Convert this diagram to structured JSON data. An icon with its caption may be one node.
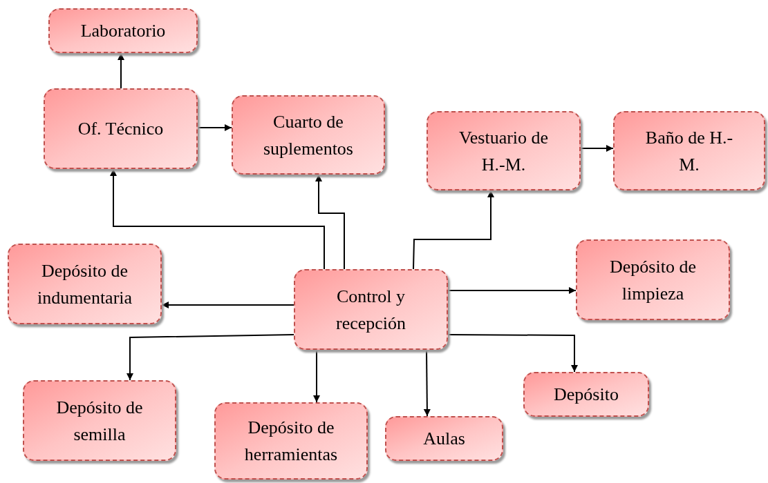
{
  "diagram": {
    "nodes": [
      {
        "text": [
          "Laboratorio"
        ]
      },
      {
        "text": [
          "Of. Técnico"
        ]
      },
      {
        "text": [
          "Cuarto de suplementos"
        ]
      },
      {
        "text": [
          "Vestuario de H.-M."
        ]
      },
      {
        "text": [
          "Baño de H.- M."
        ]
      },
      {
        "text": [
          "Depósito de indumentaria"
        ]
      },
      {
        "text": [
          "Control y recepción"
        ]
      },
      {
        "text": [
          "Depósito de limpieza"
        ]
      },
      {
        "text": [
          "Depósito de semilla"
        ]
      },
      {
        "text": [
          "Depósito de herramientas"
        ]
      },
      {
        "text": [
          "Aulas"
        ]
      },
      {
        "text": [
          "Depósito"
        ]
      }
    ],
    "edges": [
      {
        "from": 1,
        "to": 0,
        "arrow": "to"
      },
      {
        "from": 1,
        "to": 2,
        "arrow": "to"
      },
      {
        "from": 6,
        "to": 1,
        "arrow": "to"
      },
      {
        "from": 6,
        "to": 2,
        "arrow": "to"
      },
      {
        "from": 6,
        "to": 3,
        "arrow": "to"
      },
      {
        "from": 3,
        "to": 4,
        "arrow": "to"
      },
      {
        "from": 6,
        "to": 5,
        "arrow": "to"
      },
      {
        "from": 6,
        "to": 7,
        "arrow": "to"
      },
      {
        "from": 6,
        "to": 8,
        "arrow": "to"
      },
      {
        "from": 6,
        "to": 9,
        "arrow": "to"
      },
      {
        "from": 6,
        "to": 10,
        "arrow": "to"
      },
      {
        "from": 6,
        "to": 11,
        "arrow": "to"
      }
    ]
  }
}
